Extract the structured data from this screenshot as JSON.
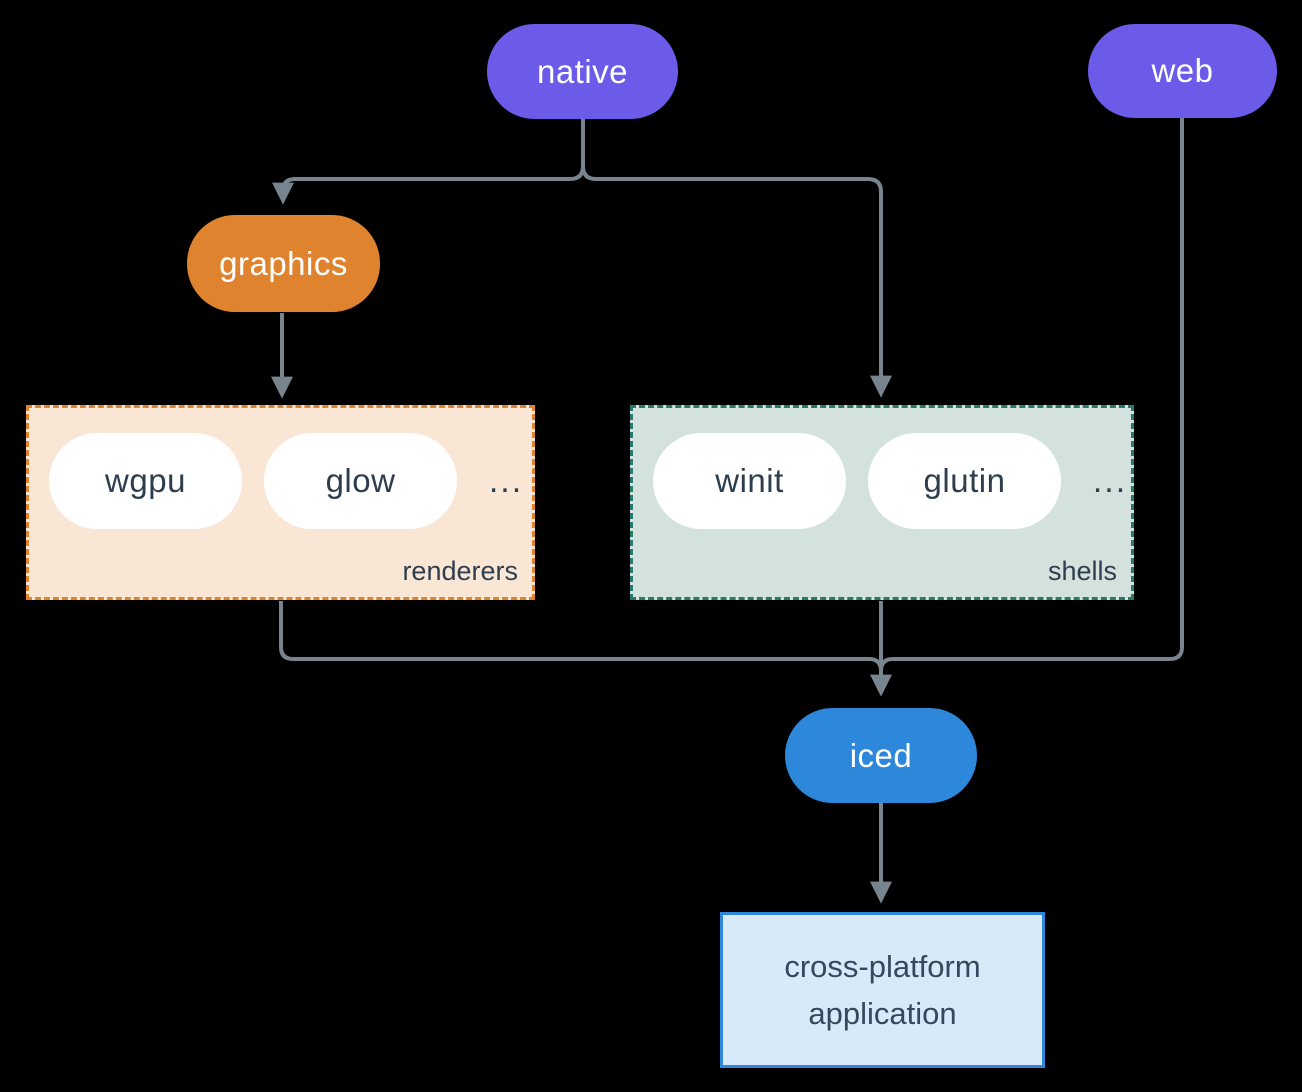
{
  "diagram": {
    "background_color": "#000000",
    "line_color": "#78858F",
    "nodes": {
      "native": {
        "label": "native",
        "color": "#6C5BE8"
      },
      "web": {
        "label": "web",
        "color": "#6C5BE8"
      },
      "graphics": {
        "label": "graphics",
        "color": "#E0832F"
      },
      "iced": {
        "label": "iced",
        "color": "#2D88DC"
      },
      "application": {
        "line1": "cross-platform",
        "line2": "application",
        "background": "#D8E9F9",
        "border_color": "#2D88DC"
      }
    },
    "groups": {
      "renderers": {
        "label": "renderers",
        "items": [
          "wgpu",
          "glow"
        ],
        "ellipsis": "...",
        "background": "#FAE6D5",
        "border_color": "#E0832F"
      },
      "shells": {
        "label": "shells",
        "items": [
          "winit",
          "glutin"
        ],
        "ellipsis": "...",
        "background": "#D3E2DC",
        "border_color": "#27796B"
      }
    },
    "edges": [
      "native -> graphics",
      "native -> shells",
      "graphics -> renderers",
      "renderers -> iced",
      "shells -> iced",
      "web -> iced",
      "iced -> application"
    ]
  }
}
